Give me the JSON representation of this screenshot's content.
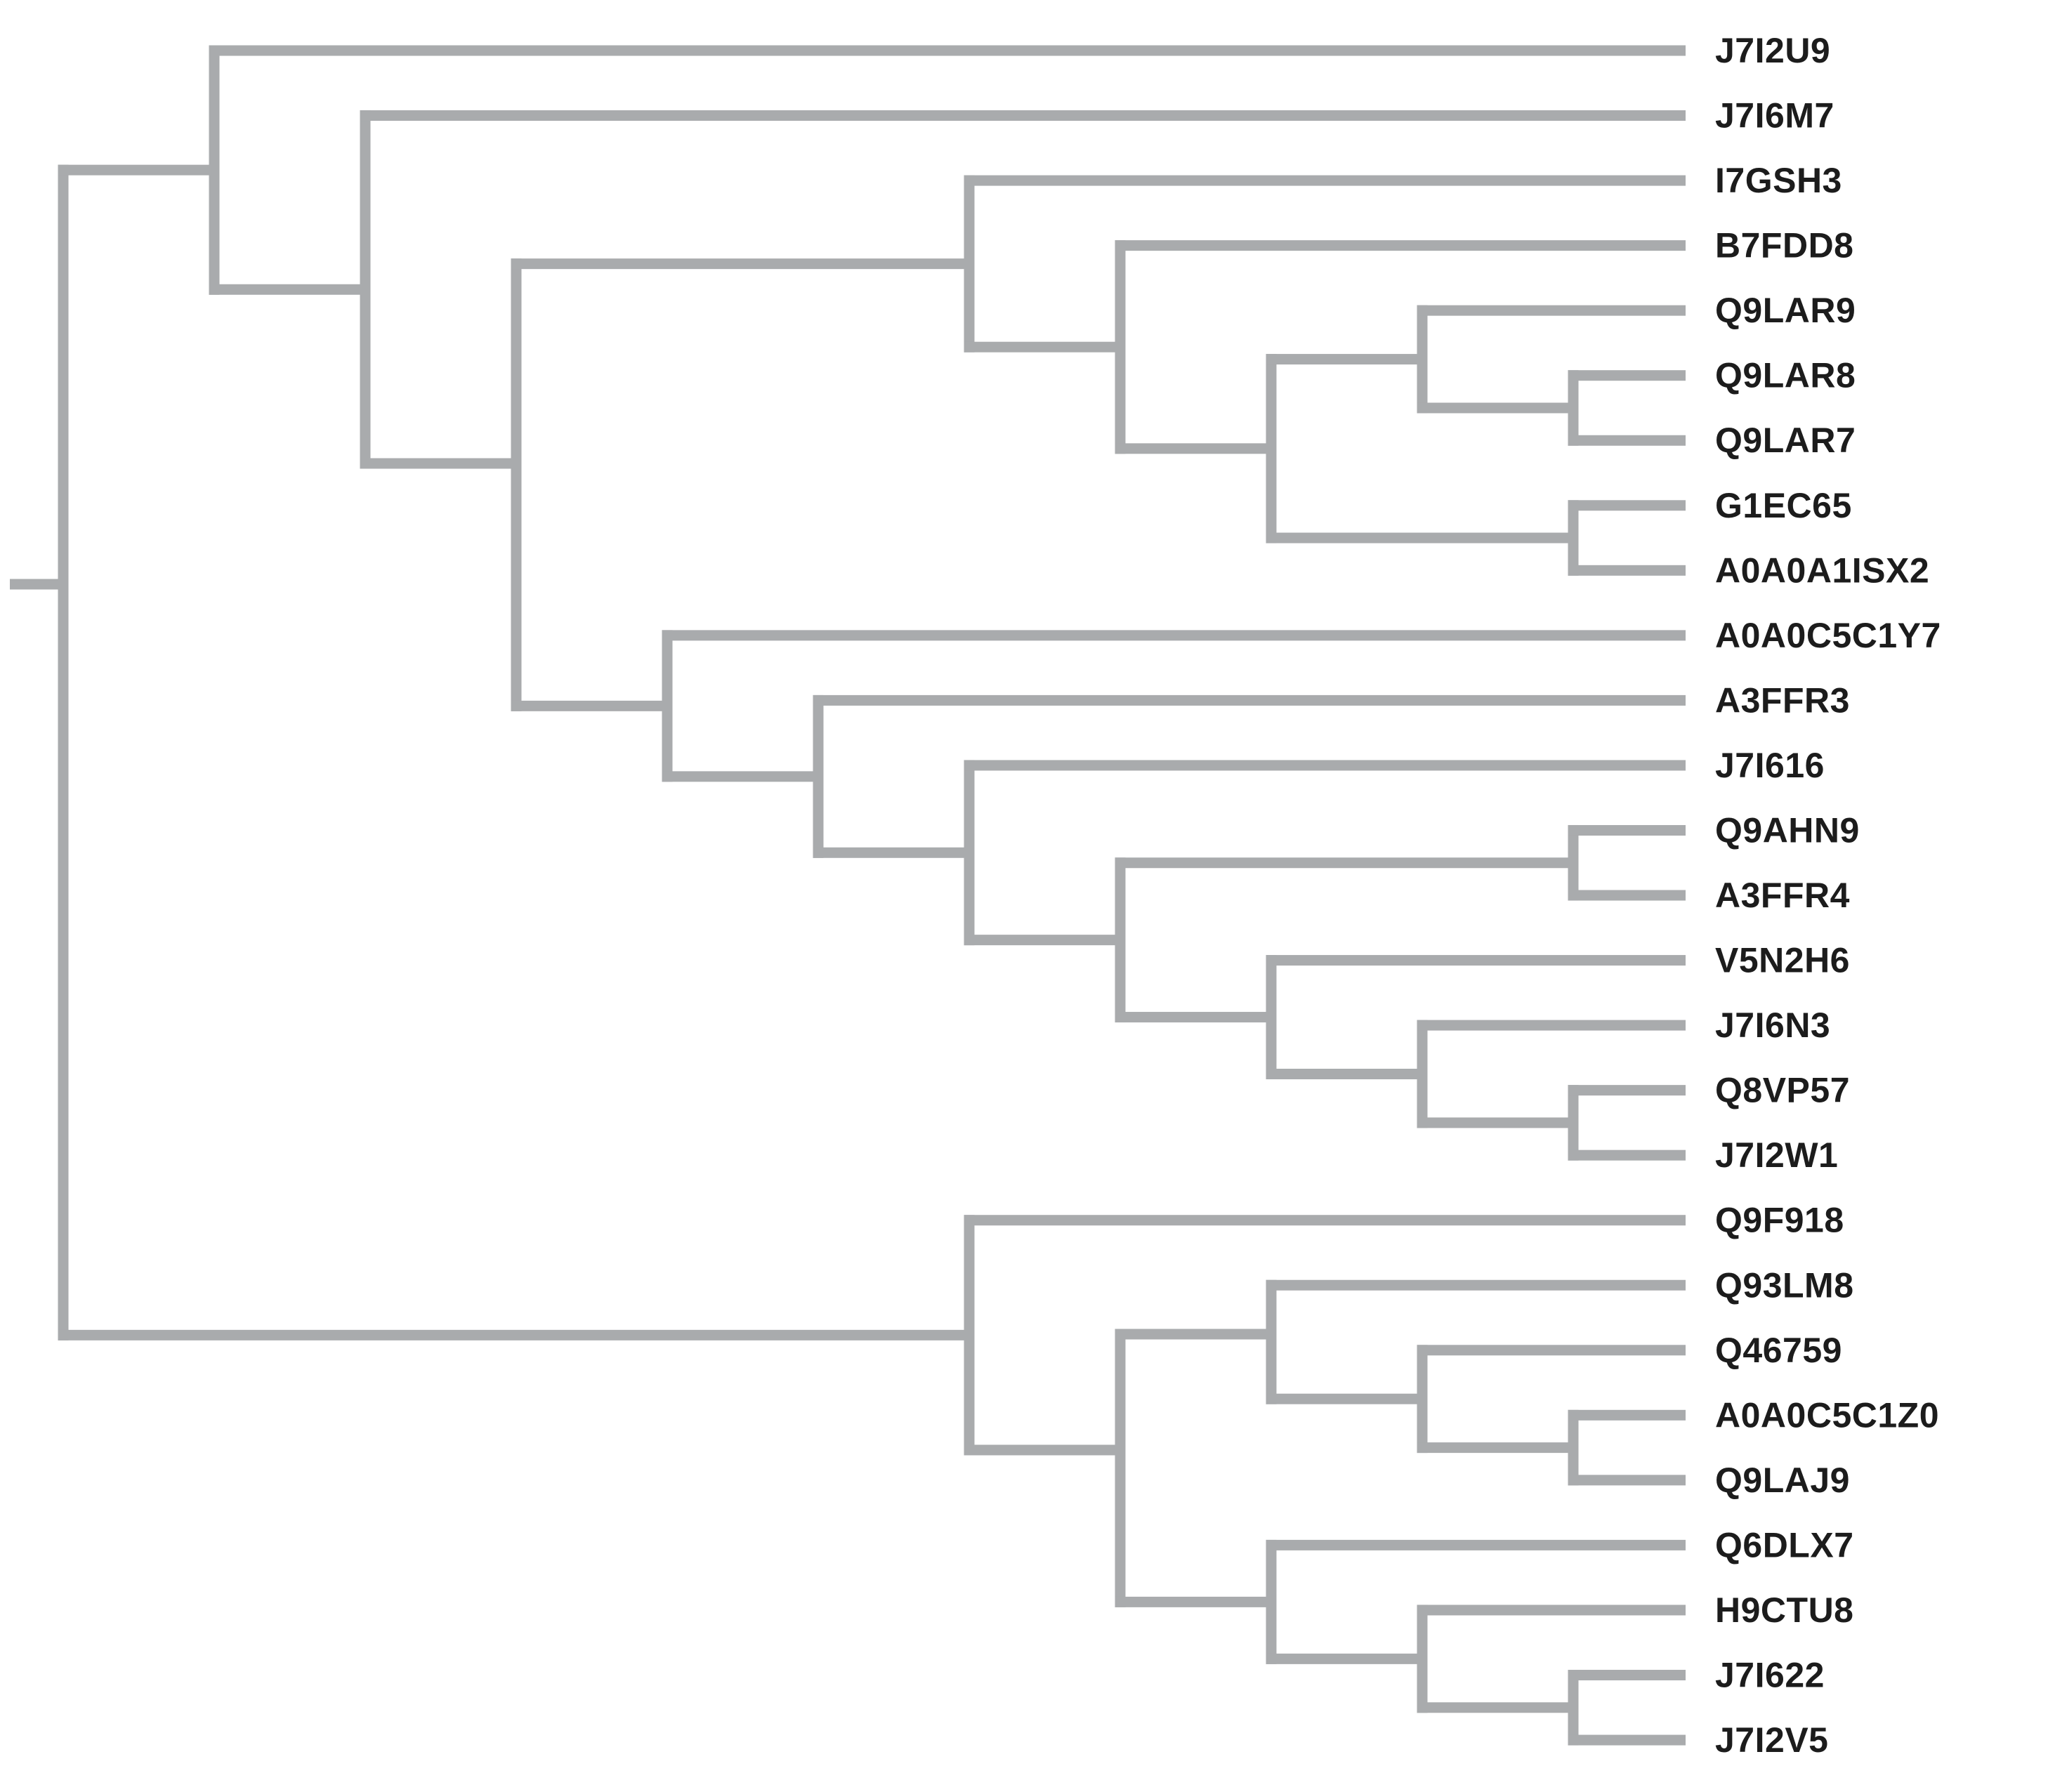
{
  "figure": {
    "kind": "phylogenetic-tree-cladogram",
    "orientation": "left-to-right",
    "background_color": "#ffffff"
  },
  "style": {
    "line_color": "#a9abad",
    "label_color": "#1c1c1c"
  },
  "chart_data": {
    "type": "cladogram",
    "legend_position": "none",
    "grid": false,
    "leaves": [
      "J7I2U9",
      "J7I6M7",
      "I7GSH3",
      "B7FDD8",
      "Q9LAR9",
      "Q9LAR8",
      "Q9LAR7",
      "G1EC65",
      "A0A0A1ISX2",
      "A0A0C5C1Y7",
      "A3FFR3",
      "J7I616",
      "Q9AHN9",
      "A3FFR4",
      "V5N2H6",
      "J7I6N3",
      "Q8VP57",
      "J7I2W1",
      "Q9F918",
      "Q93LM8",
      "Q46759",
      "A0A0C5C1Z0",
      "Q9LAJ9",
      "Q6DLX7",
      "H9CTU8",
      "J7I622",
      "J7I2V5"
    ],
    "newick": "((J7I2U9,(J7I6M7,((I7GSH3,(B7FDD8,((Q9LAR9,(Q9LAR8,Q9LAR7)),(G1EC65,A0A0A1ISX2)))),(A0A0C5C1Y7,(A3FFR3,(J7I616,((Q9AHN9,A3FFR4),(V5N2H6,(J7I6N3,(Q8VP57,J7I2W1)))))))))),(Q9F918,((Q93LM8,(Q46759,(A0A0C5C1Z0,Q9LAJ9))),(Q6DLX7,(H9CTU8,(J7I622,J7I2V5))))));",
    "tree": {
      "jy": 832,
      "children": [
        {
          "children": [
            {
              "leaf": 0
            },
            {
              "children": [
                {
                  "leaf": 1
                },
                {
                  "jy": 660,
                  "children": [
                    {
                      "children": [
                        {
                          "leaf": 2
                        },
                        {
                          "children": [
                            {
                              "leaf": 3
                            },
                            {
                              "children": [
                                {
                                  "children": [
                                    {
                                      "leaf": 4
                                    },
                                    {
                                      "children": [
                                        {
                                          "leaf": 5
                                        },
                                        {
                                          "leaf": 6
                                        }
                                      ]
                                    }
                                  ]
                                },
                                {
                                  "children": [
                                    {
                                      "leaf": 7
                                    },
                                    {
                                      "leaf": 8
                                    }
                                  ]
                                }
                              ]
                            }
                          ]
                        }
                      ]
                    },
                    {
                      "children": [
                        {
                          "leaf": 9
                        },
                        {
                          "children": [
                            {
                              "leaf": 10
                            },
                            {
                              "children": [
                                {
                                  "leaf": 11
                                },
                                {
                                  "children": [
                                    {
                                      "children": [
                                        {
                                          "leaf": 12
                                        },
                                        {
                                          "leaf": 13
                                        }
                                      ]
                                    },
                                    {
                                      "children": [
                                        {
                                          "leaf": 14
                                        },
                                        {
                                          "children": [
                                            {
                                              "leaf": 15
                                            },
                                            {
                                              "children": [
                                                {
                                                  "leaf": 16
                                                },
                                                {
                                                  "leaf": 17
                                                }
                                              ]
                                            }
                                          ]
                                        }
                                      ]
                                    }
                                  ]
                                }
                              ]
                            }
                          ]
                        }
                      ]
                    }
                  ]
                }
              ]
            }
          ]
        },
        {
          "children": [
            {
              "leaf": 18
            },
            {
              "jy": 2065,
              "children": [
                {
                  "jy": 1900,
                  "children": [
                    {
                      "leaf": 19
                    },
                    {
                      "children": [
                        {
                          "leaf": 20
                        },
                        {
                          "children": [
                            {
                              "leaf": 21
                            },
                            {
                              "leaf": 22
                            }
                          ]
                        }
                      ]
                    }
                  ]
                },
                {
                  "children": [
                    {
                      "leaf": 23
                    },
                    {
                      "children": [
                        {
                          "leaf": 24
                        },
                        {
                          "children": [
                            {
                              "leaf": 25
                            },
                            {
                              "leaf": 26
                            }
                          ]
                        }
                      ]
                    }
                  ]
                }
              ]
            }
          ]
        }
      ]
    }
  }
}
